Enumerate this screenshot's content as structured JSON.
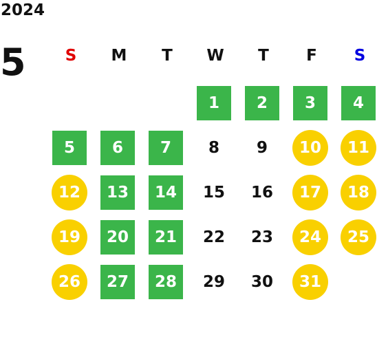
{
  "header": {
    "year": "2024",
    "month": "5"
  },
  "weekdays": [
    {
      "label": "S",
      "color": "#e00000"
    },
    {
      "label": "M",
      "color": "#111111"
    },
    {
      "label": "T",
      "color": "#111111"
    },
    {
      "label": "W",
      "color": "#111111"
    },
    {
      "label": "T",
      "color": "#111111"
    },
    {
      "label": "F",
      "color": "#111111"
    },
    {
      "label": "S",
      "color": "#0000e0"
    }
  ],
  "legend_colors": {
    "green": "#3bb54a",
    "yellow": "#f9d000"
  },
  "weeks": [
    [
      null,
      null,
      null,
      {
        "label": "1",
        "style": "green"
      },
      {
        "label": "2",
        "style": "green"
      },
      {
        "label": "3",
        "style": "green"
      },
      {
        "label": "4",
        "style": "green"
      }
    ],
    [
      {
        "label": "5",
        "style": "green"
      },
      {
        "label": "6",
        "style": "green"
      },
      {
        "label": "7",
        "style": "green"
      },
      {
        "label": "8",
        "style": "plain"
      },
      {
        "label": "9",
        "style": "plain"
      },
      {
        "label": "10",
        "style": "yellow"
      },
      {
        "label": "11",
        "style": "yellow"
      }
    ],
    [
      {
        "label": "12",
        "style": "yellow"
      },
      {
        "label": "13",
        "style": "green"
      },
      {
        "label": "14",
        "style": "green"
      },
      {
        "label": "15",
        "style": "plain"
      },
      {
        "label": "16",
        "style": "plain"
      },
      {
        "label": "17",
        "style": "yellow"
      },
      {
        "label": "18",
        "style": "yellow"
      }
    ],
    [
      {
        "label": "19",
        "style": "yellow"
      },
      {
        "label": "20",
        "style": "green"
      },
      {
        "label": "21",
        "style": "green"
      },
      {
        "label": "22",
        "style": "plain"
      },
      {
        "label": "23",
        "style": "plain"
      },
      {
        "label": "24",
        "style": "yellow"
      },
      {
        "label": "25",
        "style": "yellow"
      }
    ],
    [
      {
        "label": "26",
        "style": "yellow"
      },
      {
        "label": "27",
        "style": "green"
      },
      {
        "label": "28",
        "style": "green"
      },
      {
        "label": "29",
        "style": "plain"
      },
      {
        "label": "30",
        "style": "plain"
      },
      {
        "label": "31",
        "style": "yellow"
      },
      null
    ]
  ]
}
